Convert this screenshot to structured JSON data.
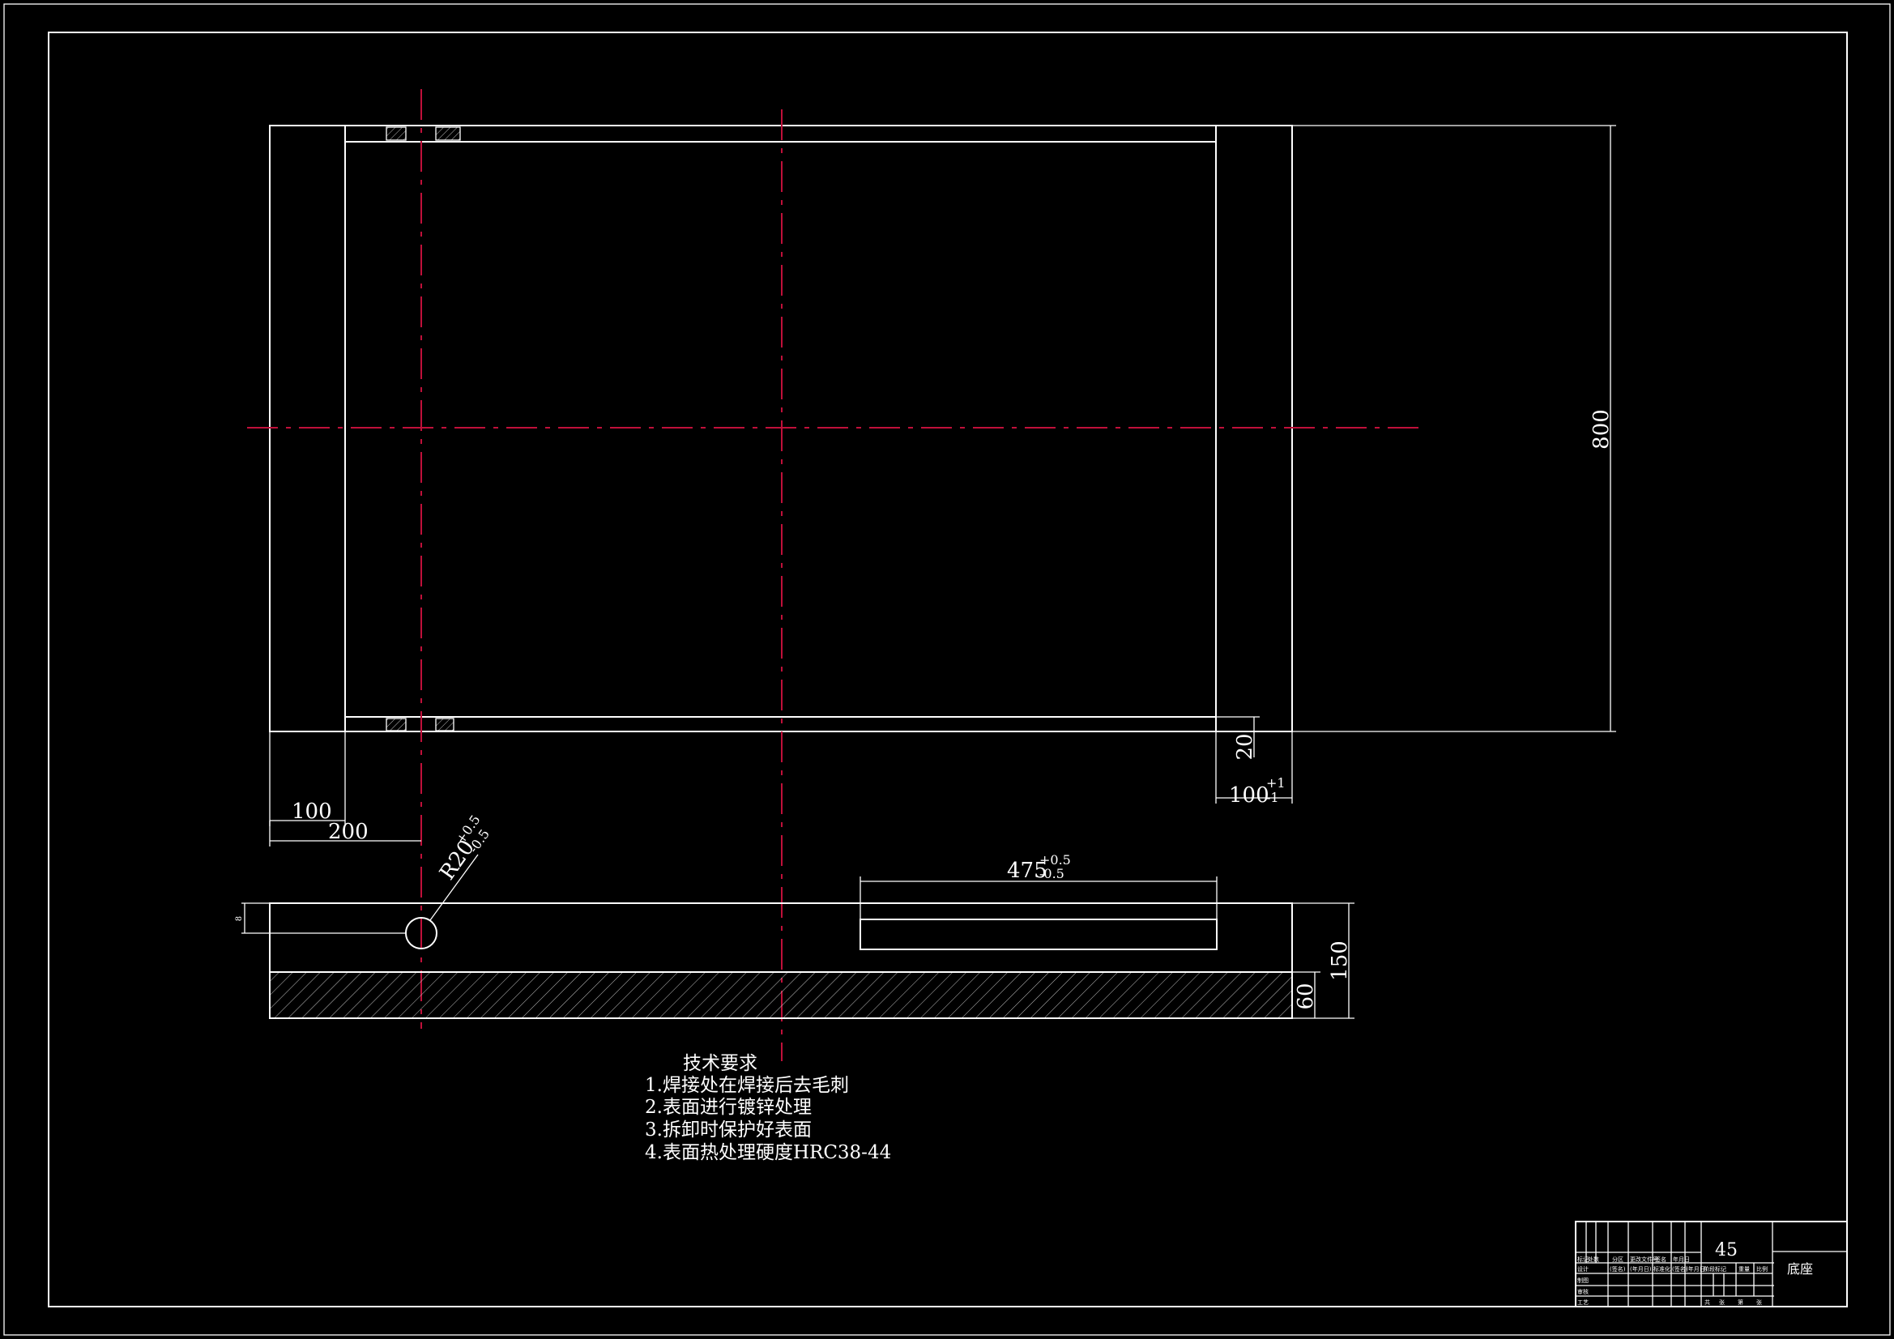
{
  "dimensions": {
    "overall_height": "800",
    "flange_thickness": "20",
    "end_width": "100",
    "end_width_tol_upper": "+1",
    "end_width_tol_lower": "-1",
    "left_width": "100",
    "hole_offset": "200",
    "hole_radius": "R20",
    "hole_tol_upper": "+0.5",
    "hole_tol_lower": "-0.5",
    "slot_length": "475",
    "slot_tol_upper": "+0.5",
    "slot_tol_lower": "-0.5",
    "total_height": "150",
    "base_height": "60",
    "small_dim": "8"
  },
  "notes": {
    "heading": "技术要求",
    "items": [
      "1.焊接处在焊接后去毛刺",
      "2.表面进行镀锌处理",
      "3.拆卸时保护好表面",
      "4.表面热处理硬度HRC38-44"
    ]
  },
  "title_block": {
    "material": "45",
    "part_name": "底座",
    "row_labels": [
      "标记",
      "设计",
      "制图",
      "审核",
      "工艺"
    ],
    "header_cells": [
      "处数",
      "分区",
      "更改文件号",
      "签名",
      "年月日"
    ],
    "design_cells": [
      "(签名)",
      "(年月日)",
      "标准化",
      "(签名)",
      "(年月日)"
    ],
    "stage_cells": [
      "阶段标记",
      "重量",
      "比例"
    ],
    "bottom_cells": [
      "共",
      "张",
      "第",
      "张"
    ]
  },
  "colors": {
    "background": "#000000",
    "line": "#ffffff",
    "centerline": "#c0103a"
  }
}
